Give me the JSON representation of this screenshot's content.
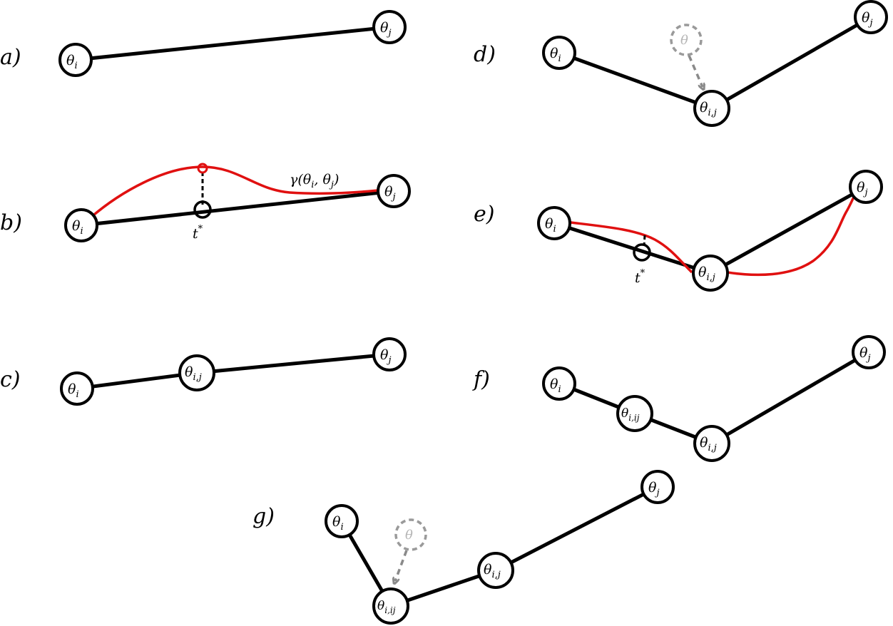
{
  "labels": {
    "theta": "θ",
    "sub_i": "i",
    "sub_j": "j",
    "sub_ij": "i,j",
    "sub_iij": "i,ij",
    "t_star": "t",
    "star": "*",
    "gamma": "γ(θ",
    "gamma_mid": ", θ",
    "gamma_close": ")"
  },
  "panels": [
    {
      "id": "a",
      "label": "a)"
    },
    {
      "id": "b",
      "label": "b)"
    },
    {
      "id": "c",
      "label": "c)"
    },
    {
      "id": "d",
      "label": "d)"
    },
    {
      "id": "e",
      "label": "e)"
    },
    {
      "id": "f",
      "label": "f)"
    },
    {
      "id": "g",
      "label": "g)"
    }
  ],
  "colors": {
    "edge": "#000000",
    "curve": "#e01010",
    "ghost": "#9a9a9a"
  }
}
